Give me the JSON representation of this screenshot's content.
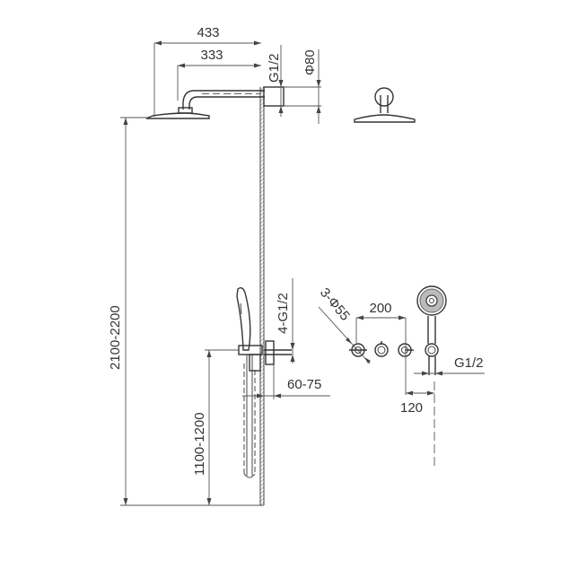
{
  "drawing": {
    "dimensions": {
      "arm_total_length": "433",
      "arm_length": "333",
      "arm_thread": "G1/2",
      "flange_diameter": "Φ80",
      "shower_height": "2100-2200",
      "valve_height": "1100-1200",
      "valve_threads": "4-G1/2",
      "wall_depth": "60-75",
      "handle_holes": "3-Φ55",
      "handle_spacing": "200",
      "handshower_thread": "G1/2",
      "handshower_offset": "120"
    },
    "colors": {
      "line": "#444444",
      "background": "#ffffff"
    }
  }
}
